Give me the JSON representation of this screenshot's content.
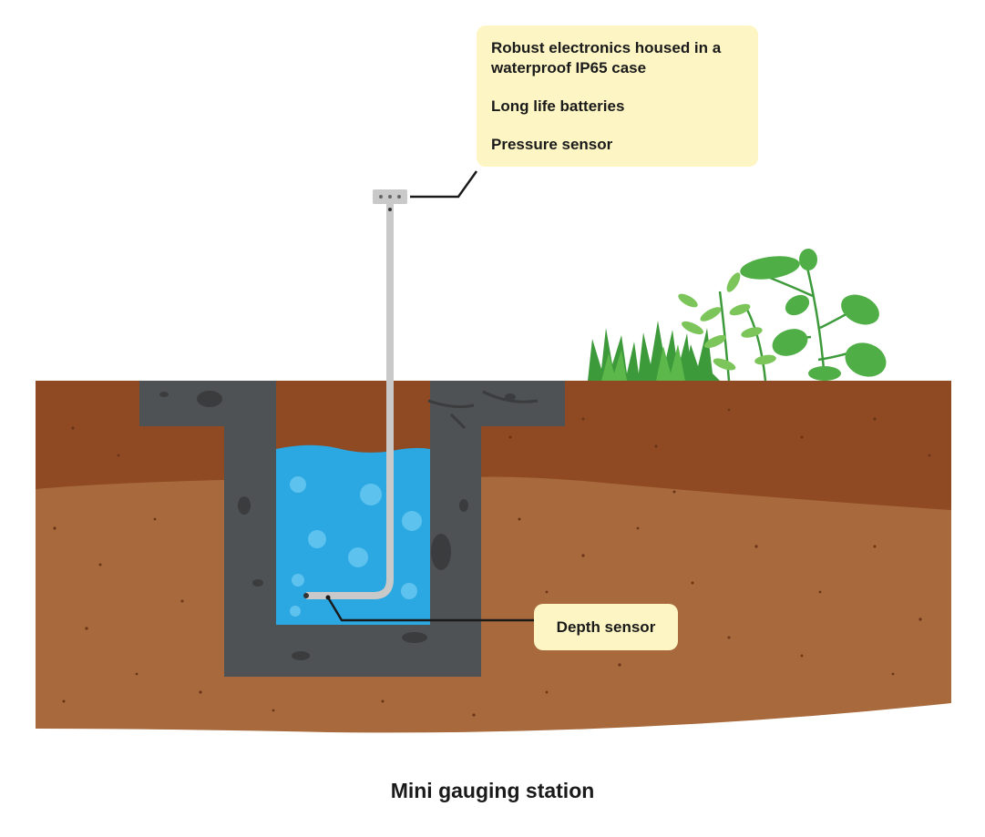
{
  "callouts": {
    "electronics": {
      "lines": [
        "Robust electronics housed in a waterproof IP65 case",
        "Long life batteries",
        "Pressure sensor"
      ]
    },
    "depth_sensor": "Depth sensor"
  },
  "caption": "Mini gauging station",
  "colors": {
    "topsoil": "#8f4a24",
    "subsoil": "#a86a3c",
    "concrete": "#4f5254",
    "water": "#2ba7e2",
    "pipe": "#c9c9c9",
    "plants": "#3d9a3a",
    "callout_bg": "#fdf6c4",
    "leader_line": "#1a1a1a"
  }
}
